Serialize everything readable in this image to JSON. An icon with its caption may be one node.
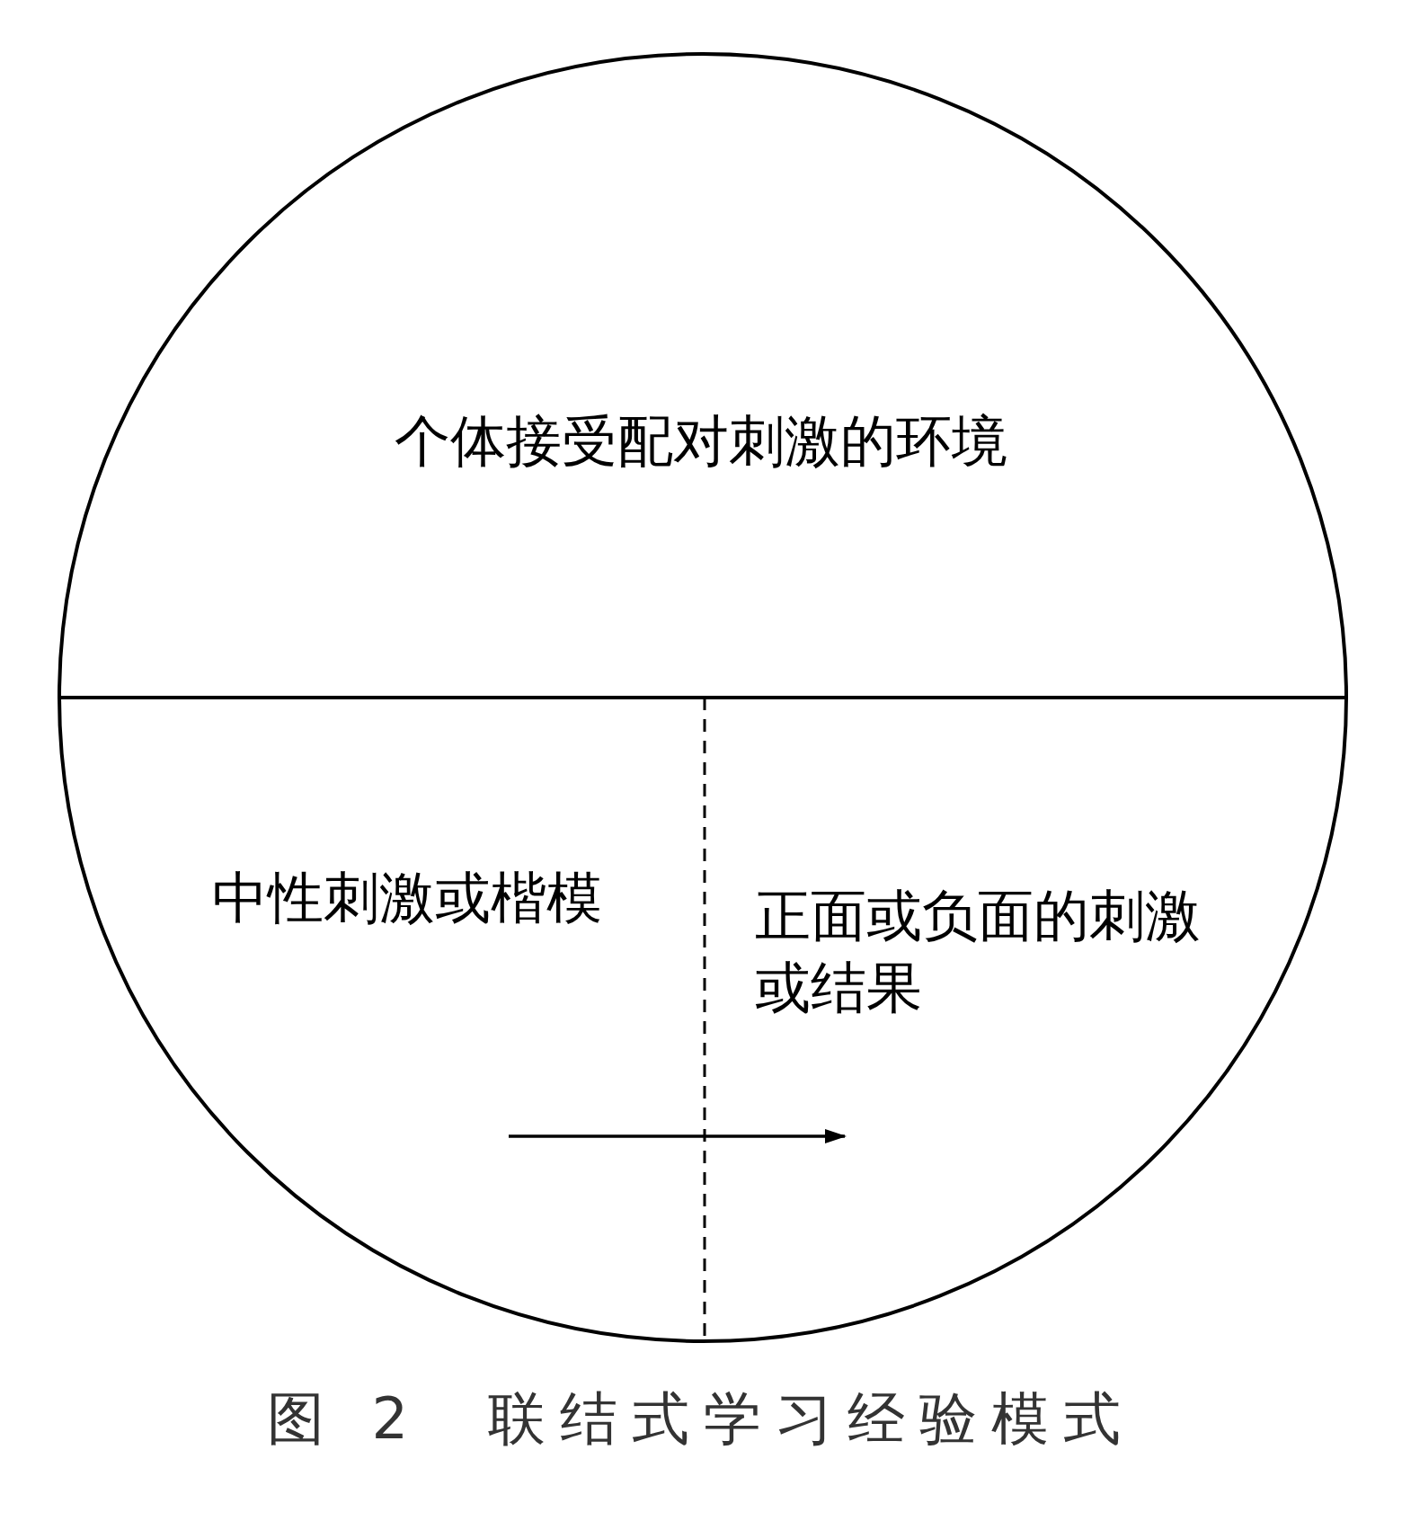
{
  "diagram": {
    "caption": "图 2  联结式学习经验模式",
    "nodes": [
      {
        "text": [
          "个体接受配对刺激的环境"
        ]
      },
      {
        "text": [
          "中性刺激或楷模"
        ]
      },
      {
        "text": [
          "正面或负面的刺激或结果"
        ]
      }
    ],
    "edges": [
      {
        "from": 1,
        "to": 2,
        "arrow": "to"
      }
    ]
  }
}
